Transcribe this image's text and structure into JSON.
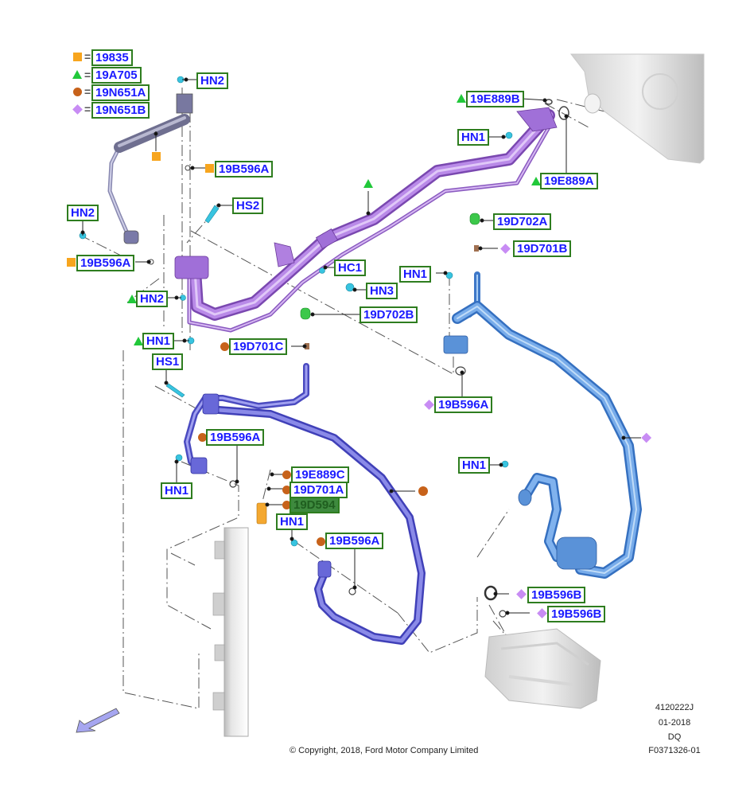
{
  "legend": [
    {
      "symbol": "square",
      "color": "#f7a51e",
      "ref": "19835"
    },
    {
      "symbol": "triangle",
      "color": "#21c83a",
      "ref": "19A705"
    },
    {
      "symbol": "circle",
      "color": "#c7621a",
      "ref": "19N651A"
    },
    {
      "symbol": "diamond",
      "color": "#c88cf4",
      "ref": "19N651B"
    }
  ],
  "callouts": {
    "hn2_top": "HN2",
    "b596a_sq_top": "19B596A",
    "hs2": "HS2",
    "hn2_left": "HN2",
    "b596a_sq_left": "19B596A",
    "e889b": "19E889B",
    "hn1_top_right": "HN1",
    "e889a": "19E889A",
    "d702a": "19D702A",
    "d701b": "19D701B",
    "hc1": "HC1",
    "hn1_mid": "HN1",
    "hn3": "HN3",
    "hn2_tri": "HN2",
    "d702b": "19D702B",
    "hn1_tri": "HN1",
    "d701c": "19D701C",
    "hs1": "HS1",
    "b596a_dia_mid": "19B596A",
    "b596a_circ_left": "19B596A",
    "hn1_left_low": "HN1",
    "e889c": "19E889C",
    "d701a": "19D701A",
    "d594": "19D594",
    "hn1_lower": "HN1",
    "b596a_circ_low": "19B596A",
    "hn1_right": "HN1",
    "b596b_1": "19B596B",
    "b596b_2": "19B596B"
  },
  "footer": {
    "copyright": "© Copyright, 2018, Ford Motor Company Limited",
    "revision_lines": [
      "4120222J",
      "01-2018",
      "DQ",
      "F0371326-01"
    ]
  },
  "components": {
    "purple_line_color": "#b57fe0",
    "blue_hose_color": "#5a92d8",
    "indigo_line_color": "#6f6fe0",
    "cyan_fastener_color": "#38c4e0",
    "green_valve_color": "#3cc84a",
    "orange_sensor_color": "#f4a830",
    "view_arrow": "front-direction-arrow"
  }
}
